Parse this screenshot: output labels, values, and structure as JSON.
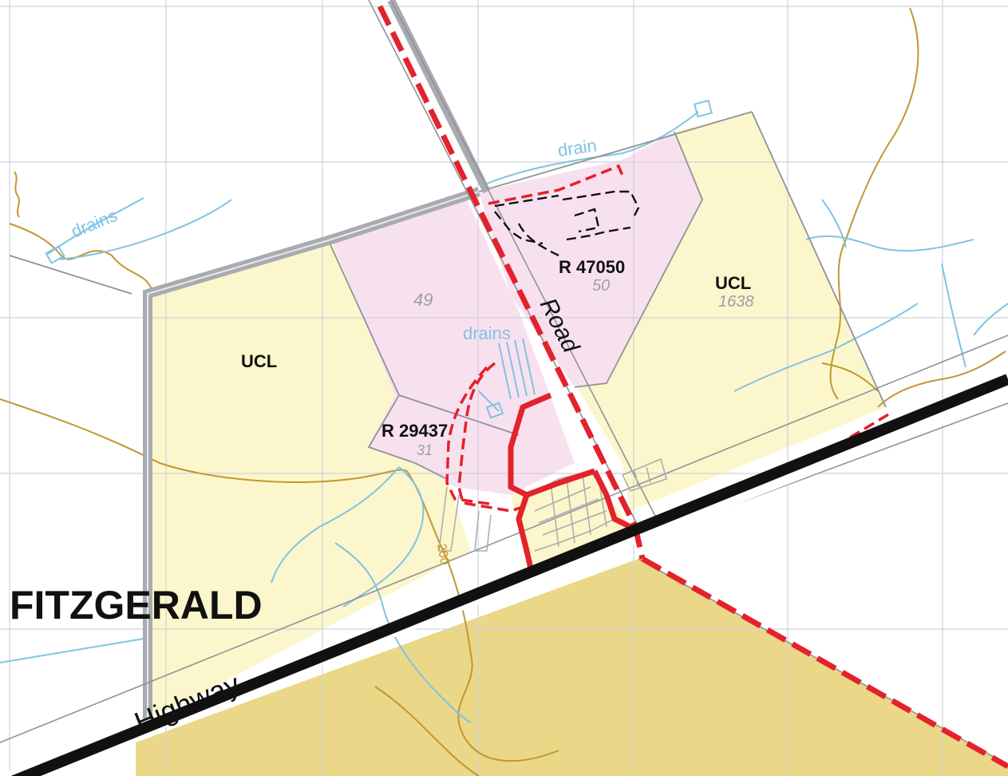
{
  "map": {
    "locality_label": "FITZGERALD",
    "road_labels": {
      "highway": "Highway",
      "road": "Road"
    },
    "parcels": [
      {
        "id": "ucl-west",
        "label": "UCL",
        "lot": ""
      },
      {
        "id": "ucl-east",
        "label": "UCL",
        "lot": "1638"
      },
      {
        "id": "reserve-47050",
        "label": "R 47050",
        "lot": "50"
      },
      {
        "id": "reserve-29437",
        "label": "R 29437",
        "lot": "31"
      },
      {
        "id": "lot-49",
        "label": "",
        "lot": "49"
      }
    ],
    "water_labels": {
      "drain": "drain",
      "drains_west": "drains",
      "drains_center": "drains"
    },
    "creek_label": "200",
    "colors": {
      "ucl_fill": "#fcf6cc",
      "reserve_fill": "#f8e1ee",
      "south_fill": "#ead788",
      "road_red": "#e3222c",
      "highway_black": "#111111",
      "water_blue": "#7fc3e3",
      "contour_brown": "#c49630",
      "grid_grey": "#cfd3d8",
      "boundary_grey": "#a8abb0"
    }
  }
}
